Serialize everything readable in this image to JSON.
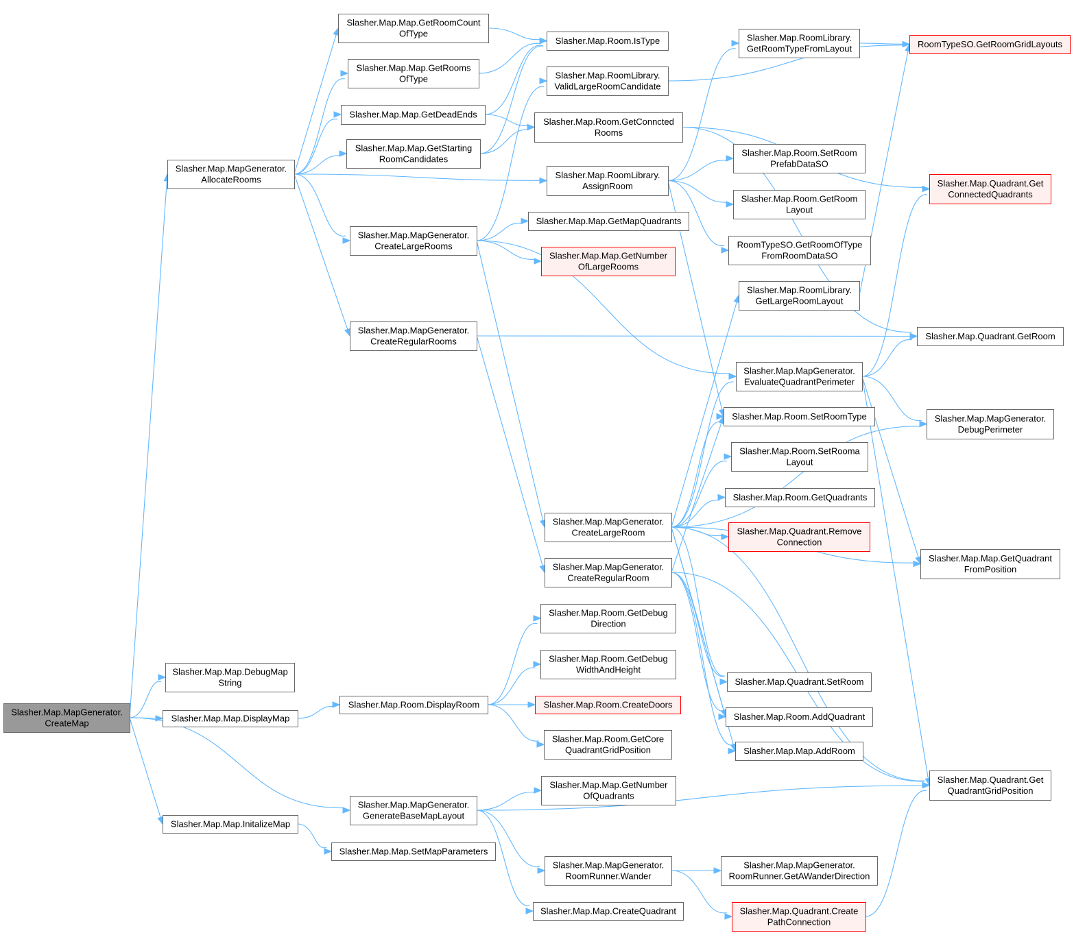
{
  "colors": {
    "edge": "#63b8ff",
    "node_border": "#666666",
    "root_fill": "#999999",
    "warn_border": "#ff0000",
    "warn_fill": "#fff0f0"
  },
  "nodes": {
    "create_map": [
      "Slasher.Map.MapGenerator.",
      "CreateMap"
    ],
    "allocate_rooms": [
      "Slasher.Map.MapGenerator.",
      "AllocateRooms"
    ],
    "debug_map_string": [
      "Slasher.Map.Map.DebugMap",
      "String"
    ],
    "display_map": [
      "Slasher.Map.Map.DisplayMap"
    ],
    "initalize_map": [
      "Slasher.Map.Map.InitalizeMap"
    ],
    "generate_base_map_layout": [
      "Slasher.Map.MapGenerator.",
      "GenerateBaseMapLayout"
    ],
    "get_room_count_of_type": [
      "Slasher.Map.Map.GetRoomCount",
      "OfType"
    ],
    "get_rooms_of_type": [
      "Slasher.Map.Map.GetRooms",
      "OfType"
    ],
    "get_dead_ends": [
      "Slasher.Map.Map.GetDeadEnds"
    ],
    "get_starting_room_candidates": [
      "Slasher.Map.Map.GetStarting",
      "RoomCandidates"
    ],
    "create_large_rooms": [
      "Slasher.Map.MapGenerator.",
      "CreateLargeRooms"
    ],
    "create_regular_rooms": [
      "Slasher.Map.MapGenerator.",
      "CreateRegularRooms"
    ],
    "display_room": [
      "Slasher.Map.Room.DisplayRoom"
    ],
    "set_map_parameters": [
      "Slasher.Map.Map.SetMapParameters"
    ],
    "room_is_type": [
      "Slasher.Map.Room.IsType"
    ],
    "valid_large_room_candidate": [
      "Slasher.Map.RoomLibrary.",
      "ValidLargeRoomCandidate"
    ],
    "get_conncted_rooms": [
      "Slasher.Map.Room.GetConncted",
      "Rooms"
    ],
    "assign_room": [
      "Slasher.Map.RoomLibrary.",
      "AssignRoom"
    ],
    "get_map_quadrants": [
      "Slasher.Map.Map.GetMapQuadrants"
    ],
    "get_number_of_large_rooms": [
      "Slasher.Map.Map.GetNumber",
      "OfLargeRooms"
    ],
    "create_large_room": [
      "Slasher.Map.MapGenerator.",
      "CreateLargeRoom"
    ],
    "create_regular_room": [
      "Slasher.Map.MapGenerator.",
      "CreateRegularRoom"
    ],
    "get_debug_direction": [
      "Slasher.Map.Room.GetDebug",
      "Direction"
    ],
    "get_debug_width_and_height": [
      "Slasher.Map.Room.GetDebug",
      "WidthAndHeight"
    ],
    "create_doors": [
      "Slasher.Map.Room.CreateDoors"
    ],
    "get_core_quadrant_grid_position": [
      "Slasher.Map.Room.GetCore",
      "QuadrantGridPosition"
    ],
    "get_number_of_quadrants": [
      "Slasher.Map.Map.GetNumber",
      "OfQuadrants"
    ],
    "wander": [
      "Slasher.Map.MapGenerator.",
      "RoomRunner.Wander"
    ],
    "create_quadrant": [
      "Slasher.Map.Map.CreateQuadrant"
    ],
    "get_room_type_from_layout": [
      "Slasher.Map.RoomLibrary.",
      "GetRoomTypeFromLayout"
    ],
    "set_room_prefab_data_so": [
      "Slasher.Map.Room.SetRoom",
      "PrefabDataSO"
    ],
    "get_room_layout": [
      "Slasher.Map.Room.GetRoom",
      "Layout"
    ],
    "get_room_of_type_from_room_data_so": [
      "RoomTypeSO.GetRoomOfType",
      "FromRoomDataSO"
    ],
    "get_large_room_layout": [
      "Slasher.Map.RoomLibrary.",
      "GetLargeRoomLayout"
    ],
    "evaluate_quadrant_perimeter": [
      "Slasher.Map.MapGenerator.",
      "EvaluateQuadrantPerimeter"
    ],
    "set_room_type": [
      "Slasher.Map.Room.SetRoomType"
    ],
    "set_rooma_layout": [
      "Slasher.Map.Room.SetRooma",
      "Layout"
    ],
    "get_quadrants": [
      "Slasher.Map.Room.GetQuadrants"
    ],
    "remove_connection": [
      "Slasher.Map.Quadrant.Remove",
      "Connection"
    ],
    "quadrant_set_room": [
      "Slasher.Map.Quadrant.SetRoom"
    ],
    "add_quadrant": [
      "Slasher.Map.Room.AddQuadrant"
    ],
    "add_room": [
      "Slasher.Map.Map.AddRoom"
    ],
    "get_a_wander_direction": [
      "Slasher.Map.MapGenerator.",
      "RoomRunner.GetAWanderDirection"
    ],
    "create_path_connection": [
      "Slasher.Map.Quadrant.Create",
      "PathConnection"
    ],
    "get_room_grid_layouts": [
      "RoomTypeSO.GetRoomGridLayouts"
    ],
    "get_connected_quadrants": [
      "Slasher.Map.Quadrant.Get",
      "ConnectedQuadrants"
    ],
    "quadrant_get_room": [
      "Slasher.Map.Quadrant.GetRoom"
    ],
    "debug_perimeter": [
      "Slasher.Map.MapGenerator.",
      "DebugPerimeter"
    ],
    "get_quadrant_from_position": [
      "Slasher.Map.Map.GetQuadrant",
      "FromPosition"
    ],
    "get_quadrant_grid_position": [
      "Slasher.Map.Quadrant.Get",
      "QuadrantGridPosition"
    ]
  },
  "edges": [
    [
      "create_map",
      "allocate_rooms"
    ],
    [
      "create_map",
      "debug_map_string"
    ],
    [
      "create_map",
      "display_map"
    ],
    [
      "create_map",
      "initalize_map"
    ],
    [
      "create_map",
      "generate_base_map_layout"
    ],
    [
      "allocate_rooms",
      "get_room_count_of_type"
    ],
    [
      "allocate_rooms",
      "get_rooms_of_type"
    ],
    [
      "allocate_rooms",
      "get_dead_ends"
    ],
    [
      "allocate_rooms",
      "get_starting_room_candidates"
    ],
    [
      "allocate_rooms",
      "assign_room"
    ],
    [
      "allocate_rooms",
      "create_large_rooms"
    ],
    [
      "allocate_rooms",
      "create_regular_rooms"
    ],
    [
      "get_room_count_of_type",
      "room_is_type"
    ],
    [
      "get_rooms_of_type",
      "room_is_type"
    ],
    [
      "get_dead_ends",
      "room_is_type"
    ],
    [
      "get_dead_ends",
      "get_conncted_rooms"
    ],
    [
      "get_starting_room_candidates",
      "room_is_type"
    ],
    [
      "get_starting_room_candidates",
      "get_conncted_rooms"
    ],
    [
      "create_large_rooms",
      "valid_large_room_candidate"
    ],
    [
      "create_large_rooms",
      "get_map_quadrants"
    ],
    [
      "create_large_rooms",
      "get_number_of_large_rooms"
    ],
    [
      "create_large_rooms",
      "create_large_room"
    ],
    [
      "create_large_rooms",
      "evaluate_quadrant_perimeter"
    ],
    [
      "create_regular_rooms",
      "quadrant_get_room"
    ],
    [
      "create_regular_rooms",
      "create_regular_room"
    ],
    [
      "valid_large_room_candidate",
      "get_room_grid_layouts"
    ],
    [
      "get_conncted_rooms",
      "get_connected_quadrants"
    ],
    [
      "get_conncted_rooms",
      "quadrant_get_room"
    ],
    [
      "assign_room",
      "get_room_type_from_layout"
    ],
    [
      "assign_room",
      "set_room_prefab_data_so"
    ],
    [
      "assign_room",
      "get_room_layout"
    ],
    [
      "assign_room",
      "get_room_of_type_from_room_data_so"
    ],
    [
      "assign_room",
      "set_room_type"
    ],
    [
      "get_room_type_from_layout",
      "get_room_grid_layouts"
    ],
    [
      "get_large_room_layout",
      "get_room_grid_layouts"
    ],
    [
      "evaluate_quadrant_perimeter",
      "get_connected_quadrants"
    ],
    [
      "evaluate_quadrant_perimeter",
      "quadrant_get_room"
    ],
    [
      "evaluate_quadrant_perimeter",
      "debug_perimeter"
    ],
    [
      "evaluate_quadrant_perimeter",
      "get_quadrant_from_position"
    ],
    [
      "evaluate_quadrant_perimeter",
      "get_quadrant_grid_position"
    ],
    [
      "create_large_room",
      "get_large_room_layout"
    ],
    [
      "create_large_room",
      "evaluate_quadrant_perimeter"
    ],
    [
      "create_large_room",
      "set_room_type"
    ],
    [
      "create_large_room",
      "set_rooma_layout"
    ],
    [
      "create_large_room",
      "get_quadrants"
    ],
    [
      "create_large_room",
      "remove_connection"
    ],
    [
      "create_large_room",
      "debug_perimeter"
    ],
    [
      "create_large_room",
      "get_quadrant_from_position"
    ],
    [
      "create_large_room",
      "get_quadrant_grid_position"
    ],
    [
      "create_large_room",
      "quadrant_set_room"
    ],
    [
      "create_large_room",
      "add_quadrant"
    ],
    [
      "create_large_room",
      "add_room"
    ],
    [
      "create_regular_room",
      "set_room_type"
    ],
    [
      "create_regular_room",
      "quadrant_set_room"
    ],
    [
      "create_regular_room",
      "add_quadrant"
    ],
    [
      "create_regular_room",
      "add_room"
    ],
    [
      "create_regular_room",
      "get_quadrant_grid_position"
    ],
    [
      "display_map",
      "display_room"
    ],
    [
      "display_room",
      "get_debug_direction"
    ],
    [
      "display_room",
      "get_debug_width_and_height"
    ],
    [
      "display_room",
      "create_doors"
    ],
    [
      "display_room",
      "get_core_quadrant_grid_position"
    ],
    [
      "initalize_map",
      "set_map_parameters"
    ],
    [
      "generate_base_map_layout",
      "get_number_of_quadrants"
    ],
    [
      "generate_base_map_layout",
      "get_quadrant_grid_position"
    ],
    [
      "generate_base_map_layout",
      "wander"
    ],
    [
      "generate_base_map_layout",
      "create_quadrant"
    ],
    [
      "wander",
      "get_a_wander_direction"
    ],
    [
      "wander",
      "create_path_connection"
    ],
    [
      "create_path_connection",
      "get_quadrant_grid_position"
    ]
  ]
}
